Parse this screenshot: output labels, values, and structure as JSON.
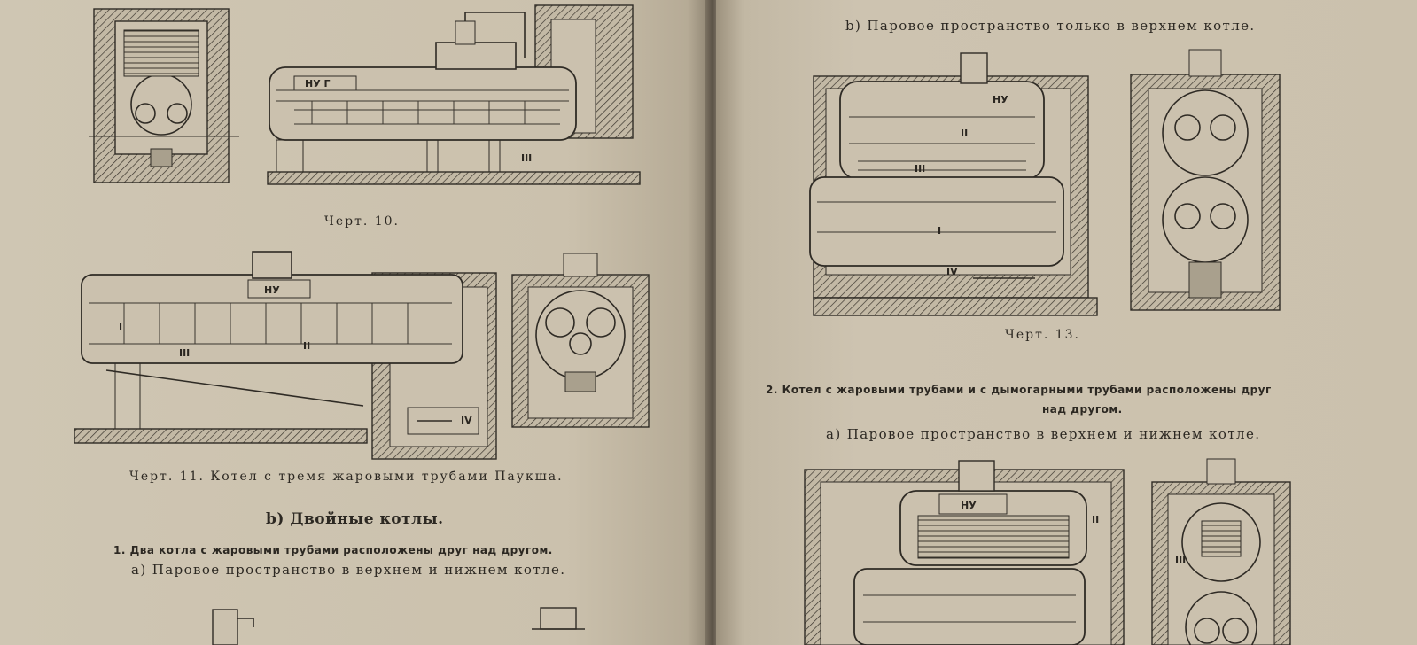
{
  "left_page": {
    "figure_10": {
      "caption": "Черт. 10.",
      "marks": {
        "water_level": "НУ Г",
        "flue_3": "III"
      }
    },
    "figure_11": {
      "caption": "Черт. 11.  Котел  с тремя жаровыми трубами Паукша.",
      "marks": {
        "water_level": "НУ",
        "flue_1": "I",
        "flue_2": "II",
        "flue_3": "III",
        "flue_4": "IV"
      }
    },
    "section_b_title": "b) Двойные котлы.",
    "item_1_heading": "1. Два котла с жаровыми трубами расположены друг над другом.",
    "item_1_sub_a": "a) Паровое пространство в верхнем и нижнем котле."
  },
  "right_page": {
    "top_sub_b": "b) Паровое пространство только в верхнем котле.",
    "figure_13": {
      "caption": "Черт. 13.",
      "marks": {
        "water_level": "НУ",
        "flue_1": "I",
        "flue_2": "II",
        "flue_3": "III",
        "flue_4": "IV"
      }
    },
    "item_2_heading_line1": "2. Котел с жаровыми трубами и с дымогарными трубами расположены друг",
    "item_2_heading_line2": "над другом.",
    "item_2_sub_a": "a) Паровое пространство в верхнем и нижнем котле.",
    "figure_14": {
      "marks": {
        "water_level": "НУ",
        "flue_2": "II",
        "flue_3": "III"
      }
    }
  }
}
